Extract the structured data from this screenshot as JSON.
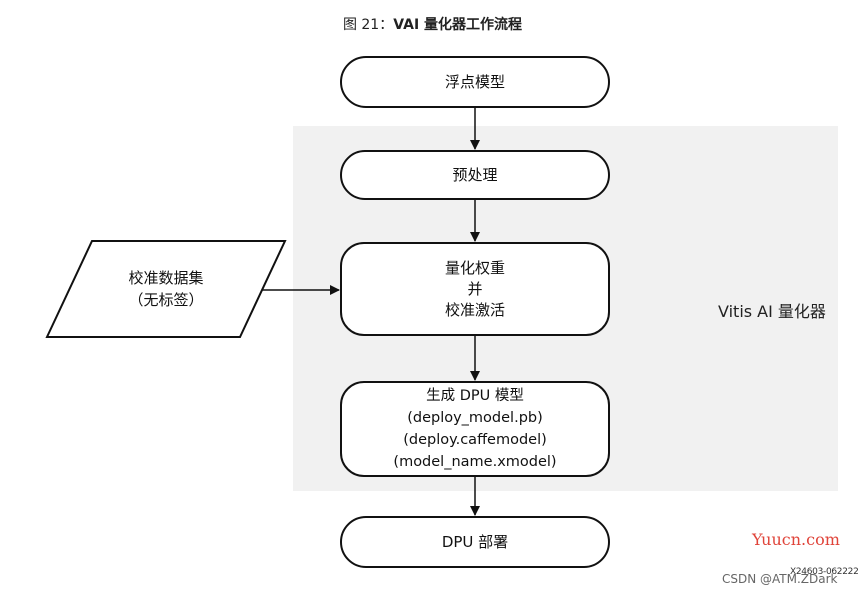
{
  "title": {
    "figure_number": "图 21：",
    "text": "VAI 量化器工作流程"
  },
  "nodes": {
    "float_model": "浮点模型",
    "preprocess": "预处理",
    "quantize": [
      "量化权重",
      "并",
      "校准激活"
    ],
    "generate": [
      "生成 DPU 模型",
      "(deploy_model.pb)",
      "(deploy.caffemodel)",
      "(model_name.xmodel)"
    ],
    "deploy": "DPU 部署"
  },
  "input": {
    "label": [
      "校准数据集",
      "（无标签）"
    ]
  },
  "region": {
    "label": "Vitis AI 量化器"
  },
  "corner_code": "X24603-062222",
  "watermarks": {
    "site": "Yuucn.com",
    "csdn": "CSDN @ATM.ZDark"
  },
  "colors": {
    "stroke": "#111111",
    "region_fill": "#f1f1f1",
    "watermark_red": "#e0443a"
  }
}
